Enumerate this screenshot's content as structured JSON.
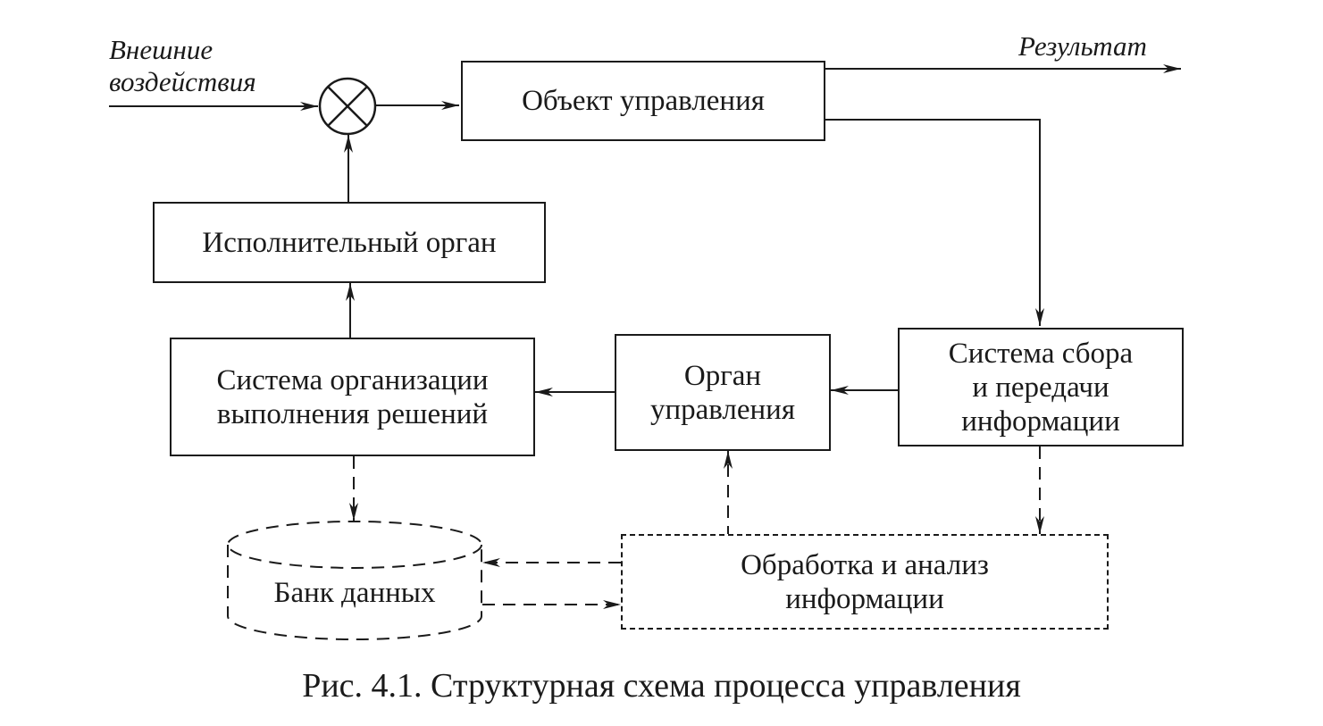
{
  "input_label": [
    "Внешние",
    "воздействия"
  ],
  "output_label": "Результат",
  "blocks": {
    "control_object": [
      "Объект управления"
    ],
    "executive_organ": [
      "Исполнительный орган"
    ],
    "execution_system": [
      "Система организации",
      "выполнения решений"
    ],
    "control_organ": [
      "Орган",
      "управления"
    ],
    "info_collection": [
      "Система сбора",
      "и передачи",
      "информации"
    ],
    "processing": [
      "Обработка и анализ",
      "информации"
    ],
    "data_bank": "Банк данных"
  },
  "caption": "Рис. 4.1. Структурная схема процесса управления",
  "colors": {
    "ink": "#1a1a1a",
    "background": "#ffffff"
  }
}
